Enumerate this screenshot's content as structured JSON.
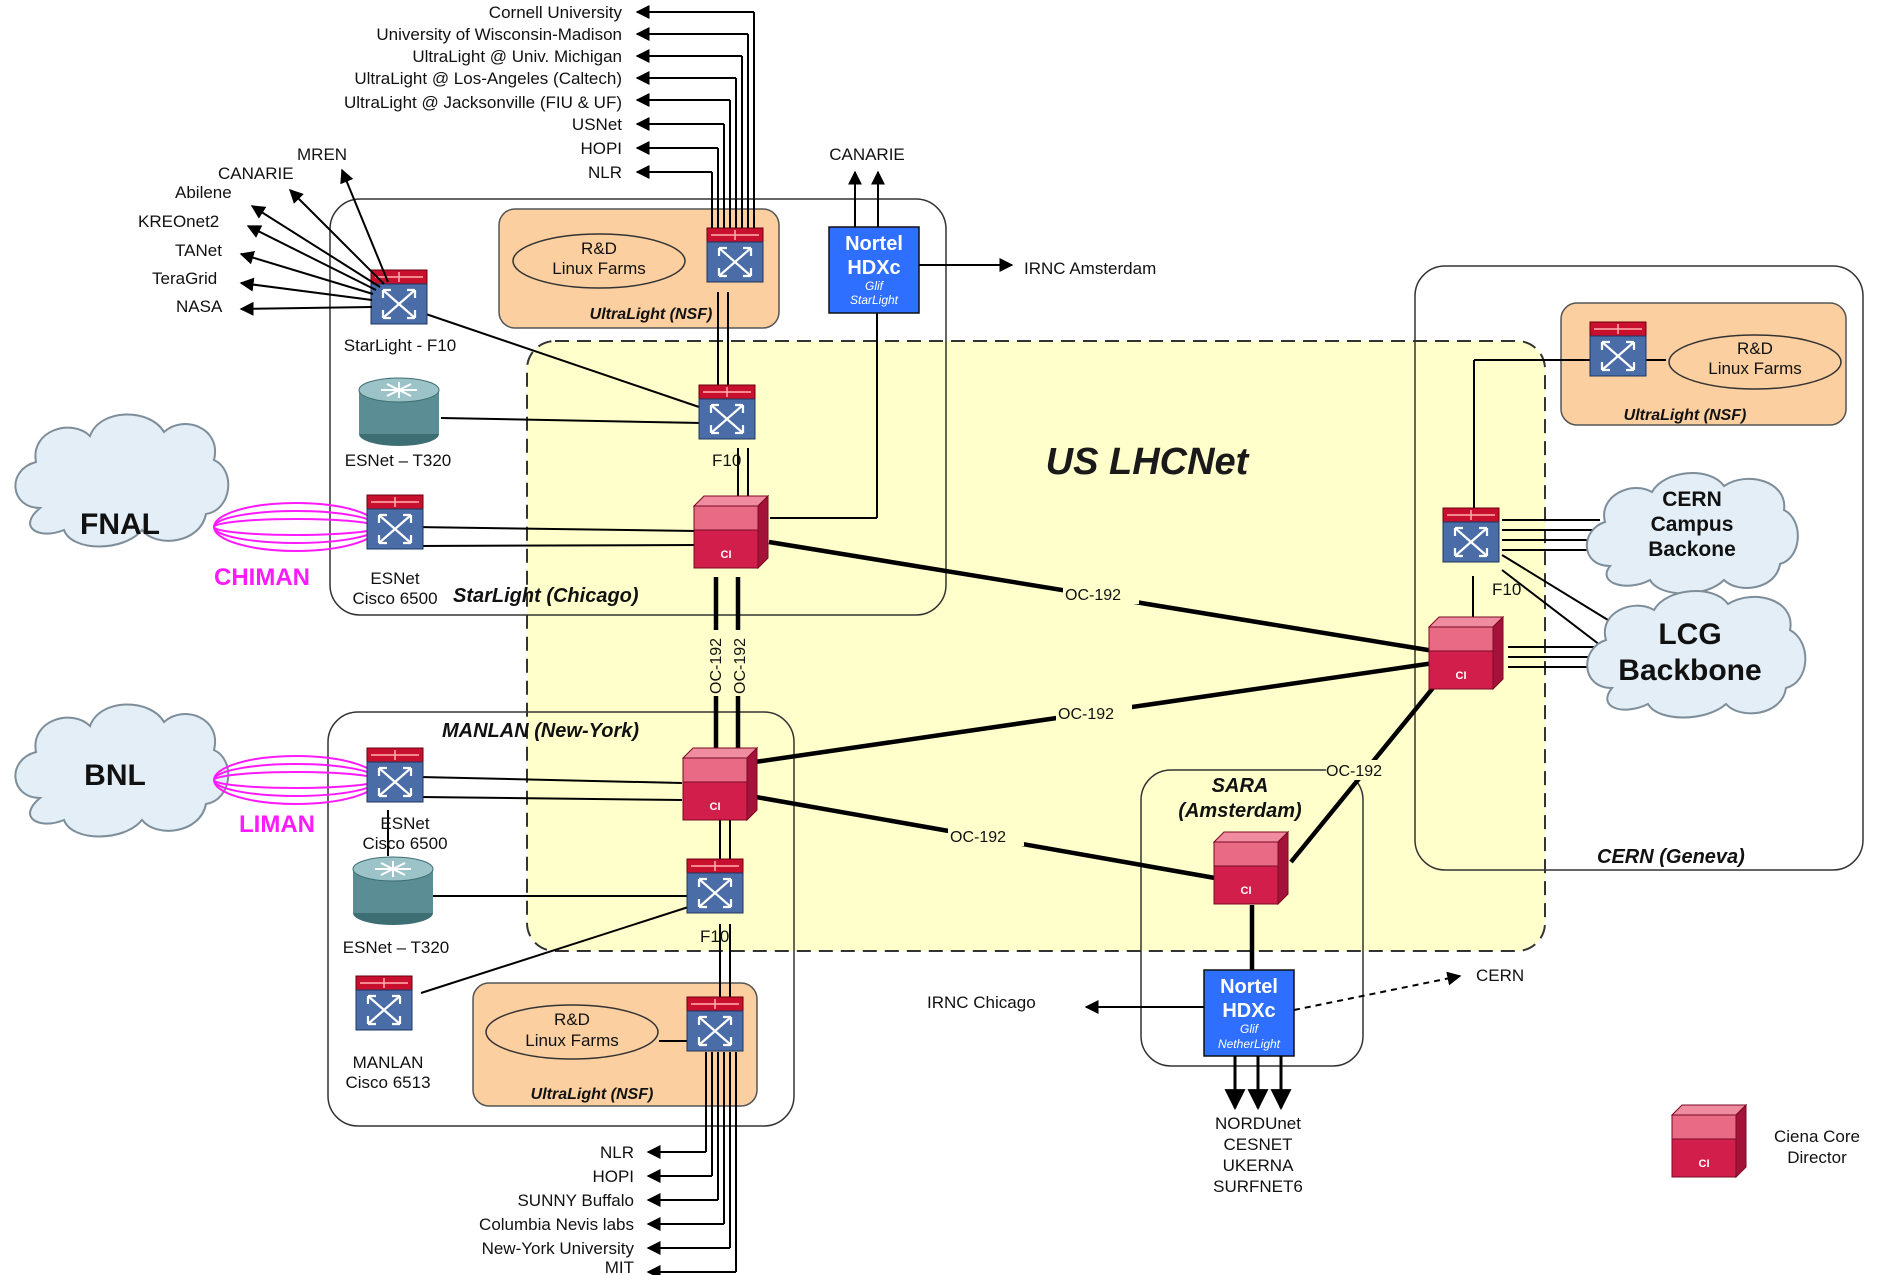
{
  "title": "US LHCNet",
  "sites": {
    "starlight": "StarLight (Chicago)",
    "manlan": "MANLAN (New-York)",
    "cern": "CERN (Geneva)",
    "sara_line1": "SARA",
    "sara_line2": "(Amsterdam)"
  },
  "ultralight": {
    "title": "UltraLight (NSF)",
    "farm_line1": "R&D",
    "farm_line2": "Linux Farms"
  },
  "clouds": {
    "fnal": "FNAL",
    "bnl": "BNL",
    "cern_campus_line1": "CERN",
    "cern_campus_line2": "Campus",
    "cern_campus_line3": "Backone",
    "lcg_line1": "LCG",
    "lcg_line2": "Backbone"
  },
  "links": {
    "chiman": "CHIMAN",
    "liman": "LIMAN",
    "oc192": "OC-192"
  },
  "nortel": {
    "line1": "Nortel",
    "line2": "HDXc",
    "glif": "Glif",
    "starlight": "StarLight",
    "netherlight": "NetherLight"
  },
  "ci_label": "CI",
  "devices": {
    "starlight_f10": "StarLight - F10",
    "f10": "F10",
    "esnet_t320": "ESNet – T320",
    "esnet_line1": "ESNet",
    "cisco6500": "Cisco 6500",
    "manlan_line1": "MANLAN",
    "cisco6513": "Cisco 6513"
  },
  "top_destinations": [
    "Cornell University",
    "University of  Wisconsin-Madison",
    "UltraLight @ Univ. Michigan",
    "UltraLight @ Los-Angeles (Caltech)",
    "UltraLight @ Jacksonville (FIU & UF)",
    "USNet",
    "HOPI",
    "NLR"
  ],
  "starlight_peers": [
    "MREN",
    "CANARIE",
    "Abilene",
    "KREOnet2",
    "TANet",
    "TeraGrid",
    "NASA"
  ],
  "canarie_top": "CANARIE",
  "irnc_amsterdam": "IRNC Amsterdam",
  "irnc_chicago": "IRNC Chicago",
  "cern_dest": "CERN",
  "bottom_destinations": [
    "NLR",
    "HOPI",
    "SUNNY Buffalo",
    "Columbia Nevis labs",
    "New-York University",
    "MIT"
  ],
  "nordic_destinations": [
    "NORDUnet",
    "CESNET",
    "UKERNA",
    "SURFNET6"
  ],
  "legend": {
    "line1": "Ciena Core",
    "line2": "Director"
  },
  "colors": {
    "lhcnet_fill": "#ffffcc",
    "ultralight_fill": "#fbcf9f",
    "ci_red": "#d21e4b",
    "switch_red": "#c8102e",
    "switch_blue": "#4a6da8",
    "nortel_blue": "#2f6fff",
    "magenta": "#ff19ff"
  }
}
